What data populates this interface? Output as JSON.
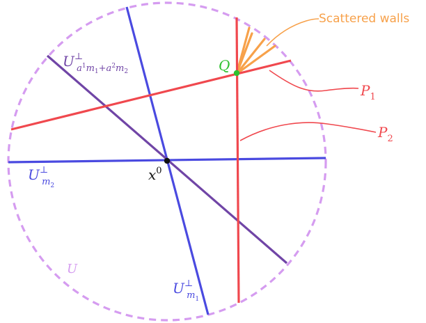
{
  "colors": {
    "domain": "#d59cf0",
    "blue": "#4a4ae0",
    "purple": "#7045a6",
    "red": "#f0484e",
    "orange": "#f7a14a",
    "green": "#2ec12e",
    "black": "#111111"
  },
  "labels": {
    "scattered_walls": "Scattered walls",
    "P1": "P",
    "P1_sub": "1",
    "P2": "P",
    "P2_sub": "2",
    "Q": "Q",
    "x0": "x",
    "x0_sup": "0",
    "U": "U",
    "U_m2": "U",
    "U_m2_sup": "⊥",
    "U_m2_sub": "m",
    "U_m2_subsub": "2",
    "U_m1": "U",
    "U_m1_sup": "⊥",
    "U_m1_sub": "m",
    "U_m1_subsub": "1",
    "U_comb": "U",
    "U_comb_sup": "⊥",
    "U_comb_sub_a": "a",
    "U_comb_sub_a_sup": "1",
    "U_comb_sub_m": "m",
    "U_comb_sub_m_sub": "1",
    "U_comb_sub_plus": "+a",
    "U_comb_sub_a2_sup": "2",
    "U_comb_sub_m2": "m",
    "U_comb_sub_m2_sub": "2"
  },
  "icons": {
    "point_x0": "black-dot-icon",
    "point_Q": "green-dot-icon"
  }
}
